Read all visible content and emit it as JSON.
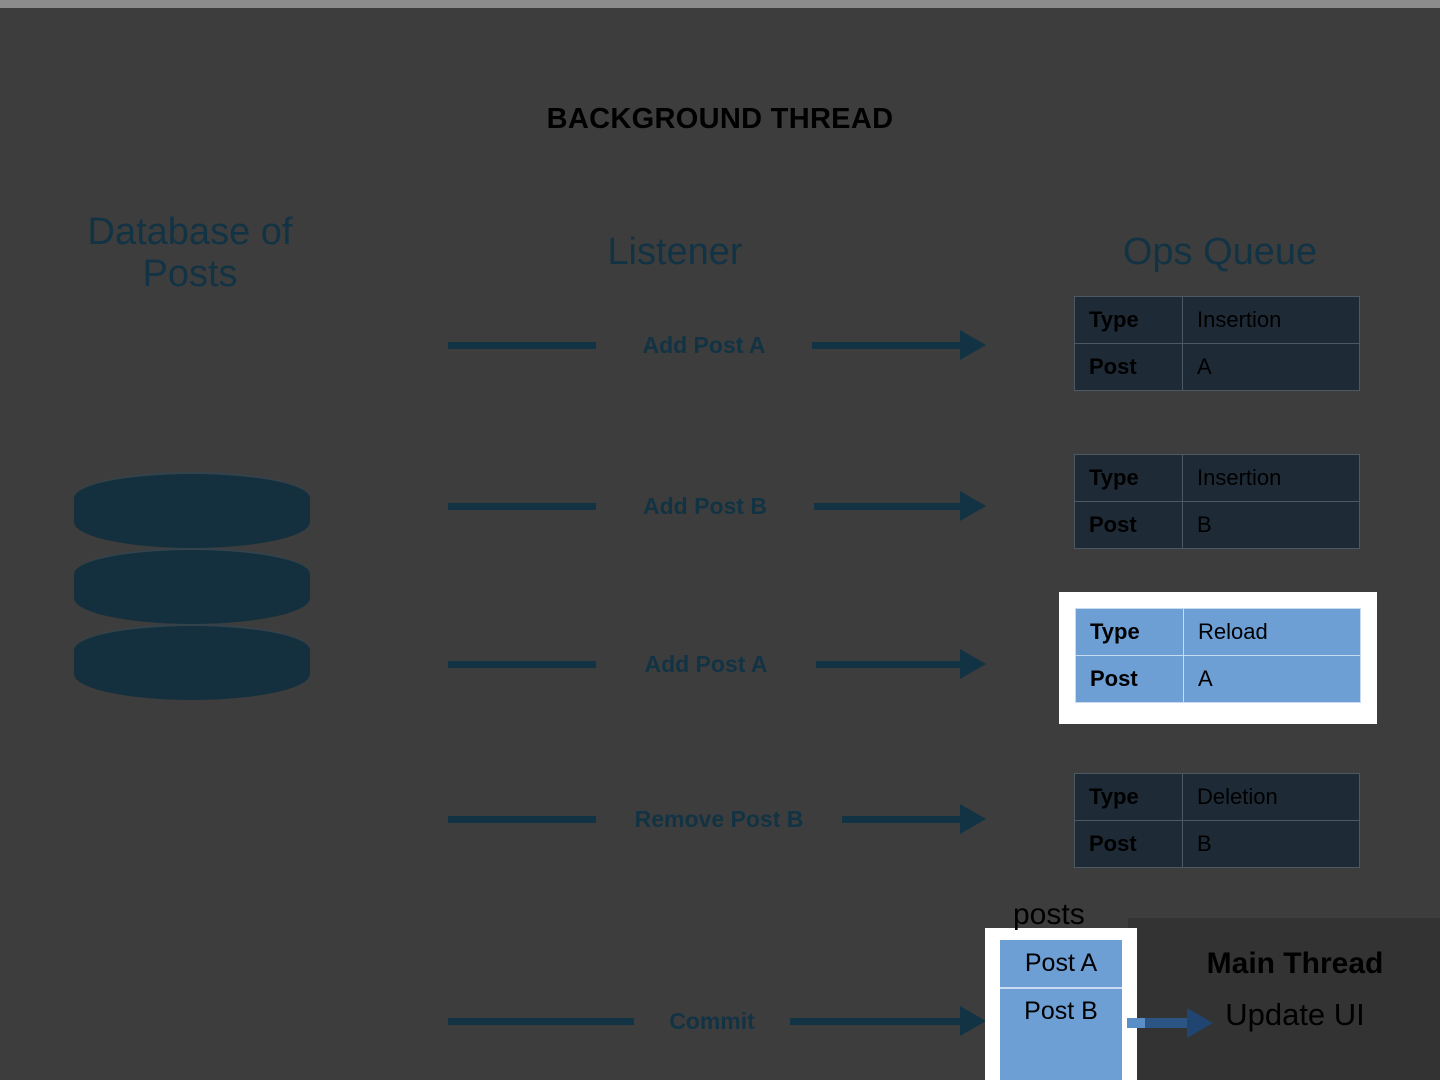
{
  "diagram": {
    "title": "BACKGROUND THREAD",
    "background_color": "#3d3d3d",
    "accent_color": "#123344",
    "highlight_color": "#6d9ed4"
  },
  "columns": {
    "database": {
      "header": "Database of\nPosts",
      "header_line1": "Database of",
      "header_line2": "Posts",
      "icon": "database-cylinder"
    },
    "listener": {
      "header": "Listener"
    },
    "ops_queue": {
      "header": "Ops Queue"
    }
  },
  "flows": [
    {
      "label": "Add Post A"
    },
    {
      "label": "Add Post B"
    },
    {
      "label": "Add Post A"
    },
    {
      "label": "Remove Post B"
    },
    {
      "label": "Commit"
    }
  ],
  "ops": {
    "key_type": "Type",
    "key_post": "Post",
    "items": [
      {
        "type": "Insertion",
        "post": "A",
        "highlighted": false
      },
      {
        "type": "Insertion",
        "post": "B",
        "highlighted": false
      },
      {
        "type": "Reload",
        "post": "A",
        "highlighted": true
      },
      {
        "type": "Deletion",
        "post": "B",
        "highlighted": false
      }
    ]
  },
  "posts_box": {
    "label": "posts",
    "items": [
      "Post A",
      "Post B"
    ]
  },
  "main_thread": {
    "title": "Main Thread",
    "subtitle": "Update UI"
  }
}
